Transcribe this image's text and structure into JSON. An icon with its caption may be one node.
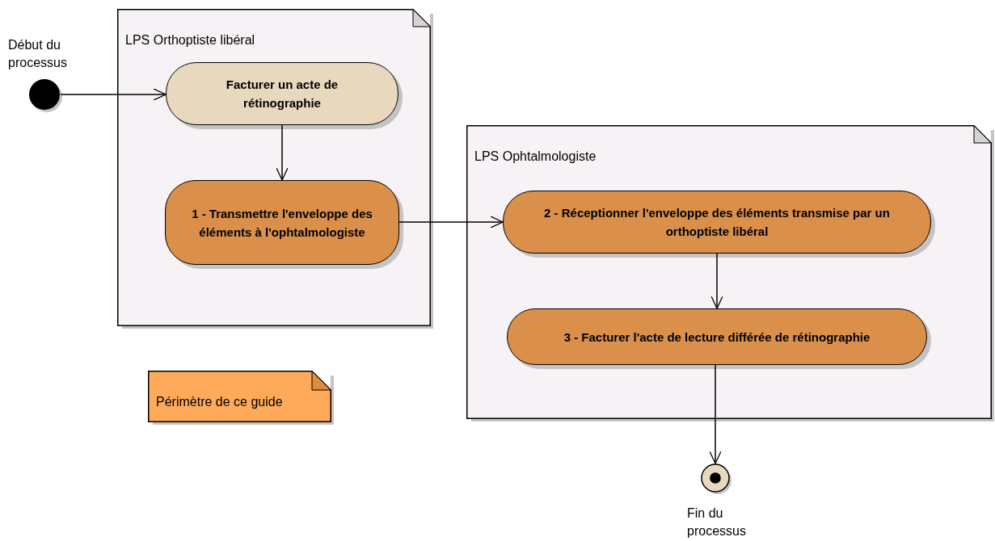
{
  "diagram": {
    "nodes": [
      {
        "text": [],
        "shape": "circle",
        "beside": [
          "Début du processus"
        ]
      },
      {
        "text": [
          "LPS Orthoptiste libéral"
        ]
      },
      {
        "text": [
          "Facturer un acte de rétinographie"
        ],
        "in": 1
      },
      {
        "text": [
          "1 - Transmettre l'enveloppe des éléments à l'ophtalmologiste"
        ],
        "in": 1
      },
      {
        "text": [
          "LPS Ophtalmologiste"
        ]
      },
      {
        "text": [
          "2 - Réceptionner l'enveloppe des éléments transmise par un orthoptiste libéral"
        ],
        "in": 4
      },
      {
        "text": [
          "3 - Facturer l'acte de lecture différée de rétinographie"
        ],
        "in": 4
      },
      {
        "text": [],
        "shape": "circle",
        "beside": [
          "Fin du processus"
        ]
      },
      {
        "text": [
          "Périmètre de ce guide"
        ]
      }
    ],
    "edges": [
      {
        "from": 0,
        "to": 2,
        "arrow": "to"
      },
      {
        "from": 2,
        "to": 3,
        "arrow": "to"
      },
      {
        "from": 3,
        "to": 5,
        "arrow": "to"
      },
      {
        "from": 5,
        "to": 6,
        "arrow": "to"
      },
      {
        "from": 6,
        "to": 7,
        "arrow": "to"
      }
    ]
  }
}
